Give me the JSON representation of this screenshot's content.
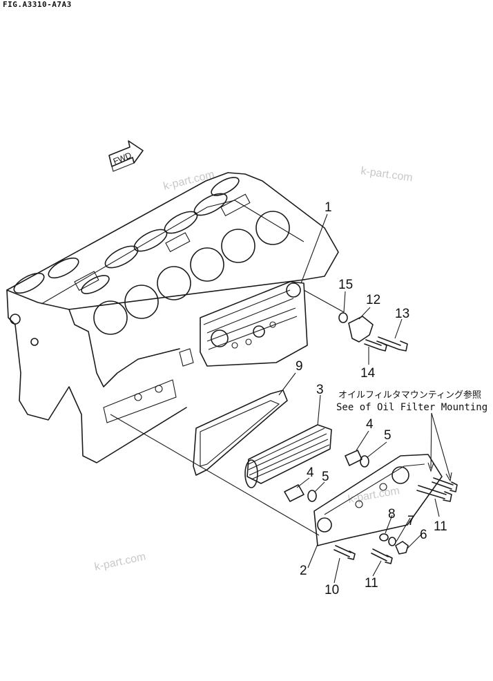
{
  "figure": {
    "id": "FIG.A3310-A7A3"
  },
  "fwd_label": "FWD",
  "watermark": "k-part.com",
  "note": {
    "jp": "オイルフィルタマウンティング参照",
    "en": "See of Oil Filter Mounting"
  },
  "callouts": [
    {
      "id": "c1",
      "label": "1"
    },
    {
      "id": "c2",
      "label": "2"
    },
    {
      "id": "c3",
      "label": "3"
    },
    {
      "id": "c4a",
      "label": "4"
    },
    {
      "id": "c4b",
      "label": "4"
    },
    {
      "id": "c5a",
      "label": "5"
    },
    {
      "id": "c5b",
      "label": "5"
    },
    {
      "id": "c6",
      "label": "6"
    },
    {
      "id": "c7",
      "label": "7"
    },
    {
      "id": "c8",
      "label": "8"
    },
    {
      "id": "c9",
      "label": "9"
    },
    {
      "id": "c10",
      "label": "10"
    },
    {
      "id": "c11a",
      "label": "11"
    },
    {
      "id": "c11b",
      "label": "11"
    },
    {
      "id": "c12",
      "label": "12"
    },
    {
      "id": "c13",
      "label": "13"
    },
    {
      "id": "c14",
      "label": "14"
    },
    {
      "id": "c15",
      "label": "15"
    }
  ]
}
